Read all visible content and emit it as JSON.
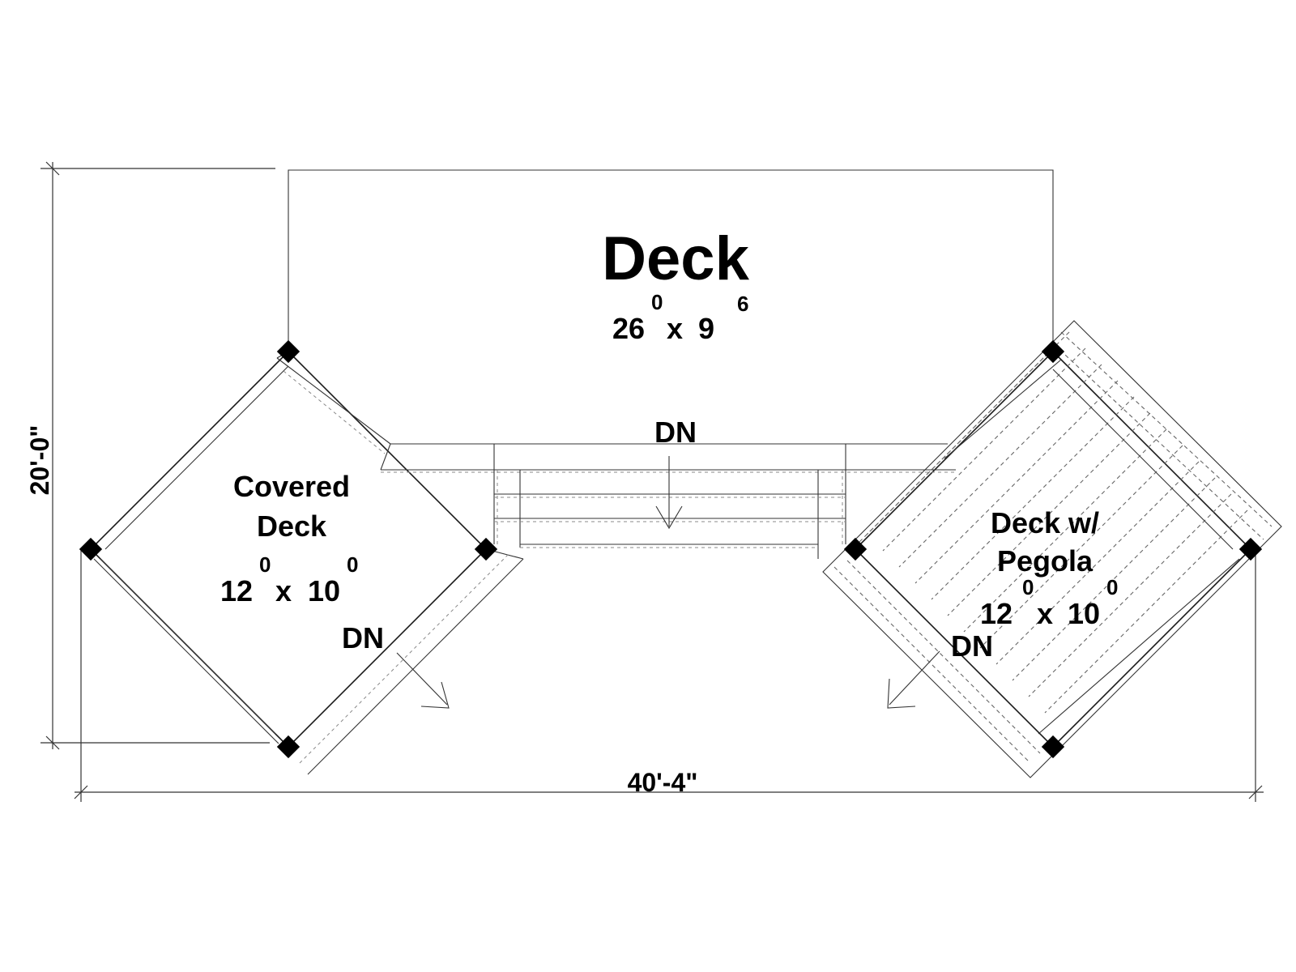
{
  "overall": {
    "height_dimension": "20'-0\"",
    "width_dimension": "40'-4\""
  },
  "rooms": {
    "main_deck": {
      "name": "Deck",
      "width_ft": "26",
      "width_in": "0",
      "separator": "x",
      "depth_ft": "9",
      "depth_in": "6"
    },
    "covered_deck": {
      "name_line1": "Covered",
      "name_line2": "Deck",
      "width_ft": "12",
      "width_in": "0",
      "separator": "x",
      "depth_ft": "10",
      "depth_in": "0"
    },
    "pergola_deck": {
      "name_line1": "Deck w/",
      "name_line2": "Pegola",
      "width_ft": "12",
      "width_in": "0",
      "separator": "x",
      "depth_ft": "10",
      "depth_in": "0"
    }
  },
  "stairs": {
    "center_label": "DN",
    "left_label": "DN",
    "right_label": "DN"
  }
}
